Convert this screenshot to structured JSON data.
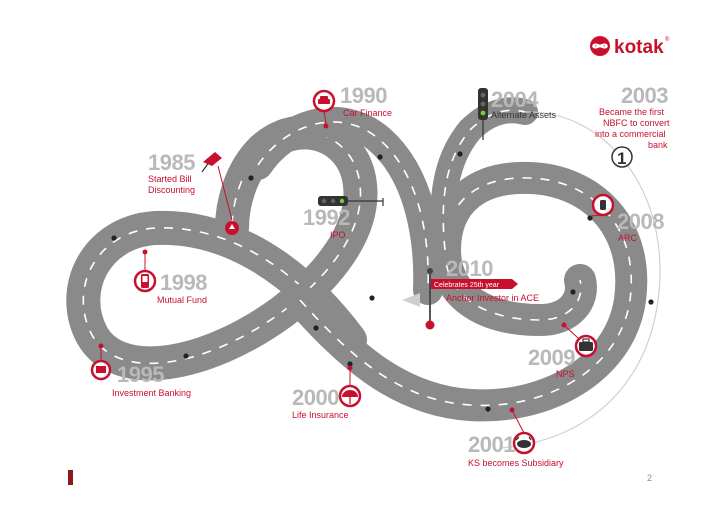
{
  "brand": {
    "name": "kotak",
    "registered": "®",
    "accent": "#c8102e",
    "road": "#8a8a8a",
    "year_gray": "#b9b9b9"
  },
  "milestones": {
    "m1985": {
      "year": "1985",
      "line1": "Started Bill",
      "line2": "Discounting",
      "icon": "flag-icon"
    },
    "m1990": {
      "year": "1990",
      "line1": "Car Finance",
      "icon": "car-icon"
    },
    "m1992": {
      "year": "1992",
      "line1": "IPO",
      "icon": "traffic-light-icon"
    },
    "m1995": {
      "year": "1995",
      "line1": "Investment Banking",
      "icon": "flag-sign-icon"
    },
    "m1998": {
      "year": "1998",
      "line1": "Mutual Fund",
      "icon": "phone-icon"
    },
    "m2000": {
      "year": "2000",
      "line1": "Life Insurance",
      "icon": "umbrella-icon"
    },
    "m2001": {
      "year": "2001",
      "line1": "KS becomes Subsidiary",
      "icon": "bull-icon"
    },
    "m2003": {
      "year": "2003",
      "line1": "Became the first",
      "line2": "NBFC to convert",
      "line3": "into a commercial",
      "line4": "bank",
      "icon": "number-one-icon"
    },
    "m2004": {
      "year": "2004",
      "line1": "Alternate Assets",
      "icon": "traffic-light-icon"
    },
    "m2008": {
      "year": "2008",
      "line1": "ARC",
      "icon": "bottle-icon"
    },
    "m2009": {
      "year": "2009",
      "line1": "NPS",
      "icon": "briefcase-icon"
    },
    "m2010": {
      "year": "2010",
      "banner": "Celebrates 25th year",
      "line1": "Anchor Investor in ACE",
      "icon": "pole-banner-icon"
    }
  },
  "footer": {
    "page_number": "2"
  }
}
